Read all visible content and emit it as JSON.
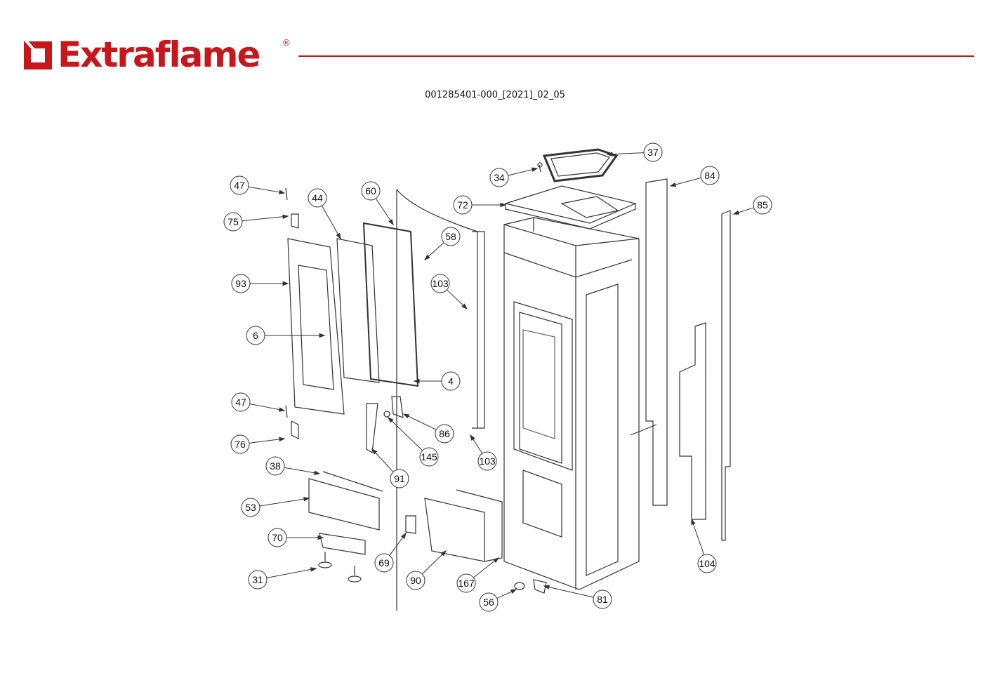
{
  "brand": {
    "name": "Extraflame",
    "registered": "®",
    "color": "#c8161d"
  },
  "document_code": "001285401-000_[2021]_02_05",
  "callouts": [
    "47",
    "44",
    "60",
    "58",
    "75",
    "72",
    "34",
    "37",
    "84",
    "85",
    "93",
    "103",
    "6",
    "4",
    "47",
    "86",
    "145",
    "76",
    "103",
    "91",
    "38",
    "53",
    "70",
    "69",
    "31",
    "90",
    "167",
    "104",
    "56",
    "81"
  ]
}
